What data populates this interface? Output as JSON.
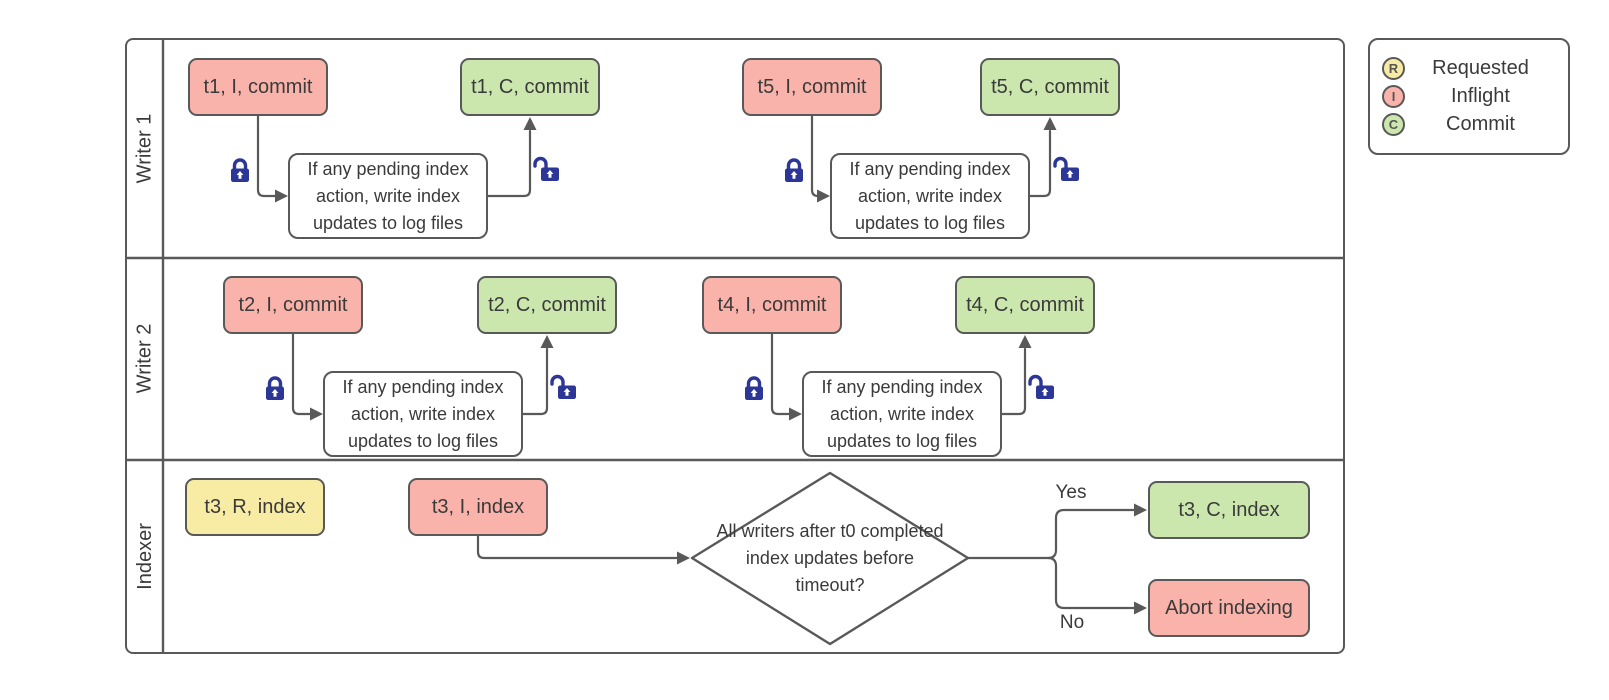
{
  "writer1": {
    "label": "Writer 1",
    "t1_inflight": "t1, I, commit",
    "t1_process": "If any pending index action, write index updates to log files",
    "t1_commit": "t1, C, commit",
    "t5_inflight": "t5, I, commit",
    "t5_process": "If any pending index action, write index updates to log files",
    "t5_commit": "t5, C, commit"
  },
  "writer2": {
    "label": "Writer 2",
    "t2_inflight": "t2, I, commit",
    "t2_process": "If any pending index action, write index updates to log files",
    "t2_commit": "t2, C, commit",
    "t4_inflight": "t4, I, commit",
    "t4_process": "If any pending index action, write index updates to log files",
    "t4_commit": "t4, C, commit"
  },
  "indexer": {
    "label": "Indexer",
    "t3_requested": "t3, R, index",
    "t3_inflight": "t3, I, index",
    "decision": "All writers after t0 completed index updates before timeout?",
    "yes": "Yes",
    "no": "No",
    "t3_commit": "t3, C, index",
    "abort": "Abort indexing"
  },
  "legend": {
    "items": [
      {
        "letter": "R",
        "label": "Requested"
      },
      {
        "letter": "I",
        "label": "Inflight"
      },
      {
        "letter": "C",
        "label": "Commit"
      }
    ]
  },
  "icons": {
    "lock_closed": "closed-padlock-icon",
    "lock_open": "open-padlock-icon"
  },
  "colors": {
    "inflight_fill": "#fab3aa",
    "commit_fill": "#cbe7ae",
    "requested_fill": "#f8eca5",
    "outline": "#595959",
    "lock": "#2b3696",
    "text": "#3a3a3a"
  }
}
